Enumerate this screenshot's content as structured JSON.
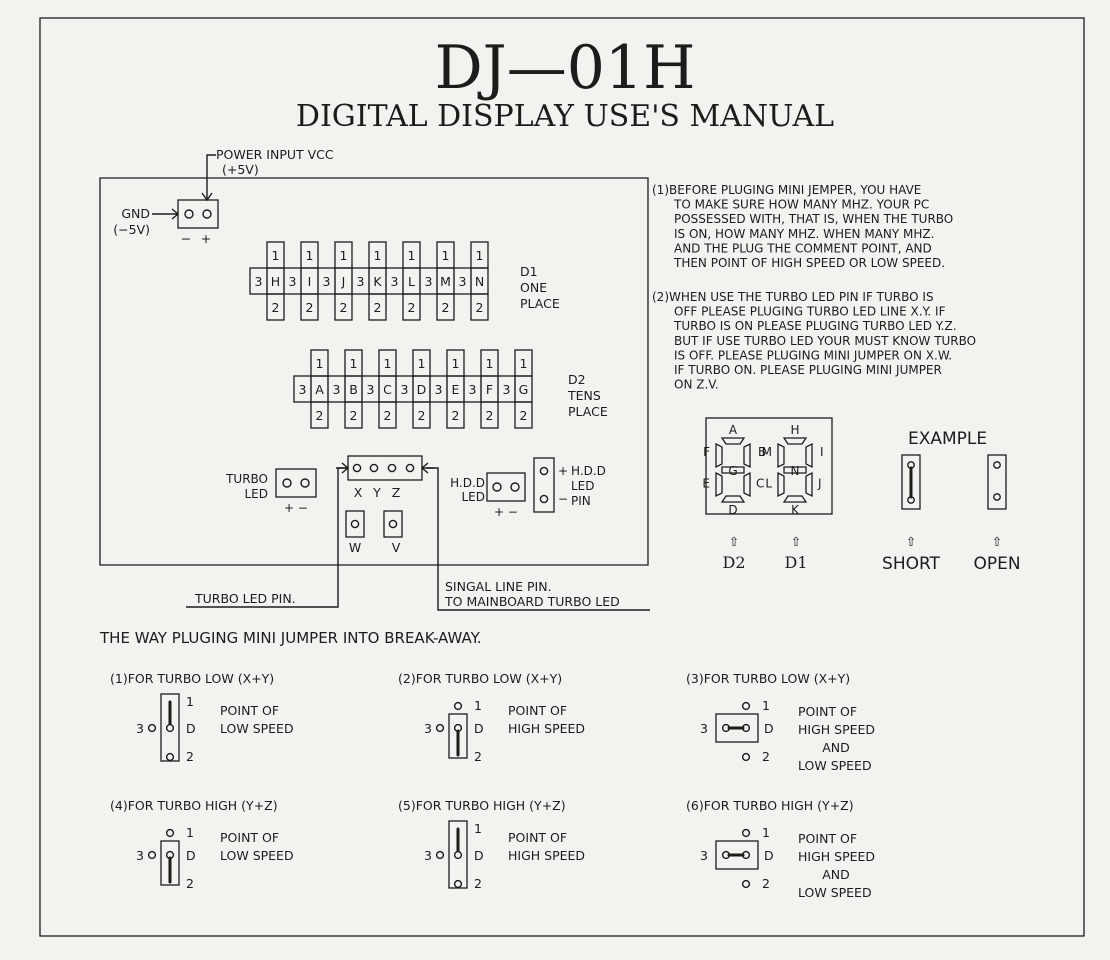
{
  "title": "DJ—01H",
  "subtitle": "DIGITAL DISPLAY USE'S MANUAL",
  "power": {
    "vcc_label": "POWER INPUT VCC",
    "vcc_value": "(+5V)",
    "gnd_label": "GND",
    "gnd_value": "(−5V)",
    "minus": "−",
    "plus": "+"
  },
  "d1": {
    "name": "D1",
    "line1": "ONE",
    "line2": "PLACE",
    "top_pins": [
      "1",
      "1",
      "1",
      "1",
      "1",
      "1",
      "1"
    ],
    "middle_row": [
      "3",
      "H",
      "3",
      "I",
      "3",
      "J",
      "3",
      "K",
      "3",
      "L",
      "3",
      "M",
      "3",
      "N"
    ],
    "bottom_pins": [
      "2",
      "2",
      "2",
      "2",
      "2",
      "2",
      "2"
    ]
  },
  "d2": {
    "name": "D2",
    "line1": "TENS",
    "line2": "PLACE",
    "top_pins": [
      "1",
      "1",
      "1",
      "1",
      "1",
      "1",
      "1"
    ],
    "middle_row": [
      "3",
      "A",
      "3",
      "B",
      "3",
      "C",
      "3",
      "D",
      "3",
      "E",
      "3",
      "F",
      "3",
      "G"
    ],
    "bottom_pins": [
      "2",
      "2",
      "2",
      "2",
      "2",
      "2",
      "2"
    ]
  },
  "turbo_led": {
    "line1": "TURBO",
    "line2": "LED",
    "polarity": "+ −"
  },
  "xyz": {
    "x": "X",
    "y": "Y",
    "z": "Z",
    "w": "W",
    "v": "V"
  },
  "hdd_led": {
    "line1": "H.D.D",
    "line2": "LED",
    "polarity": "+ −"
  },
  "hdd_pin": {
    "plus": "+",
    "minus": "−",
    "line1": "H.D.D",
    "line2": "LED",
    "line3": "PIN"
  },
  "callouts": {
    "turbo_led_pin": "TURBO LED PIN.",
    "signal_line_1": "SINGAL LINE PIN.",
    "signal_line_2": "TO MAINBOARD TURBO LED"
  },
  "notes": {
    "note1": [
      "(1)BEFORE PLUGING MINI JEMPER, YOU HAVE",
      "TO MAKE SURE HOW MANY MHZ. YOUR PC",
      "POSSESSED WITH, THAT IS, WHEN THE TURBO",
      "IS ON, HOW MANY MHZ. WHEN MANY MHZ.",
      "AND THE PLUG THE COMMENT POINT, AND",
      "THEN POINT OF HIGH SPEED OR LOW SPEED."
    ],
    "note2": [
      "(2)WHEN USE THE TURBO LED PIN IF TURBO IS",
      "OFF PLEASE PLUGING TURBO LED LINE X.Y. IF",
      "TURBO IS ON PLEASE PLUGING TURBO LED Y.Z.",
      "BUT IF USE TURBO LED YOUR MUST KNOW TURBO",
      "IS OFF. PLEASE PLUGING MINI JUMPER ON X.W.",
      "IF TURBO ON. PLEASE PLUGING MINI JUMPER",
      "ON Z.V."
    ]
  },
  "display_figure": {
    "segments_left": [
      "A",
      "B",
      "C",
      "D",
      "E",
      "F",
      "G"
    ],
    "segments_right": [
      "H",
      "I",
      "J",
      "K",
      "L",
      "M",
      "N"
    ],
    "d2_label": "D2",
    "d1_label": "D1",
    "arrow": "⇧"
  },
  "example": {
    "title": "EXAMPLE",
    "short": "SHORT",
    "open": "OPEN"
  },
  "section_title": "THE WAY PLUGING MINI JUMPER INTO BREAK-AWAY.",
  "cases": [
    {
      "title": "(1)FOR TURBO LOW (X+Y)",
      "pin1": "1",
      "pin3": "3",
      "pinD": "D",
      "pin2": "2",
      "desc": [
        "POINT OF",
        "LOW SPEED"
      ]
    },
    {
      "title": "(2)FOR TURBO LOW (X+Y)",
      "pin1": "1",
      "pin3": "3",
      "pinD": "D",
      "pin2": "2",
      "desc": [
        "POINT OF",
        "HIGH SPEED"
      ]
    },
    {
      "title": "(3)FOR TURBO LOW (X+Y)",
      "pin1": "1",
      "pin3": "3",
      "pinD": "D",
      "pin2": "2",
      "desc": [
        "POINT OF",
        "HIGH SPEED",
        "AND",
        "LOW SPEED"
      ]
    },
    {
      "title": "(4)FOR TURBO HIGH (Y+Z)",
      "pin1": "1",
      "pin3": "3",
      "pinD": "D",
      "pin2": "2",
      "desc": [
        "POINT OF",
        "LOW SPEED"
      ]
    },
    {
      "title": "(5)FOR TURBO HIGH (Y+Z)",
      "pin1": "1",
      "pin3": "3",
      "pinD": "D",
      "pin2": "2",
      "desc": [
        "POINT OF",
        "HIGH SPEED"
      ]
    },
    {
      "title": "(6)FOR TURBO HIGH (Y+Z)",
      "pin1": "1",
      "pin3": "3",
      "pinD": "D",
      "pin2": "2",
      "desc": [
        "POINT OF",
        "HIGH SPEED",
        "AND",
        "LOW SPEED"
      ]
    }
  ]
}
